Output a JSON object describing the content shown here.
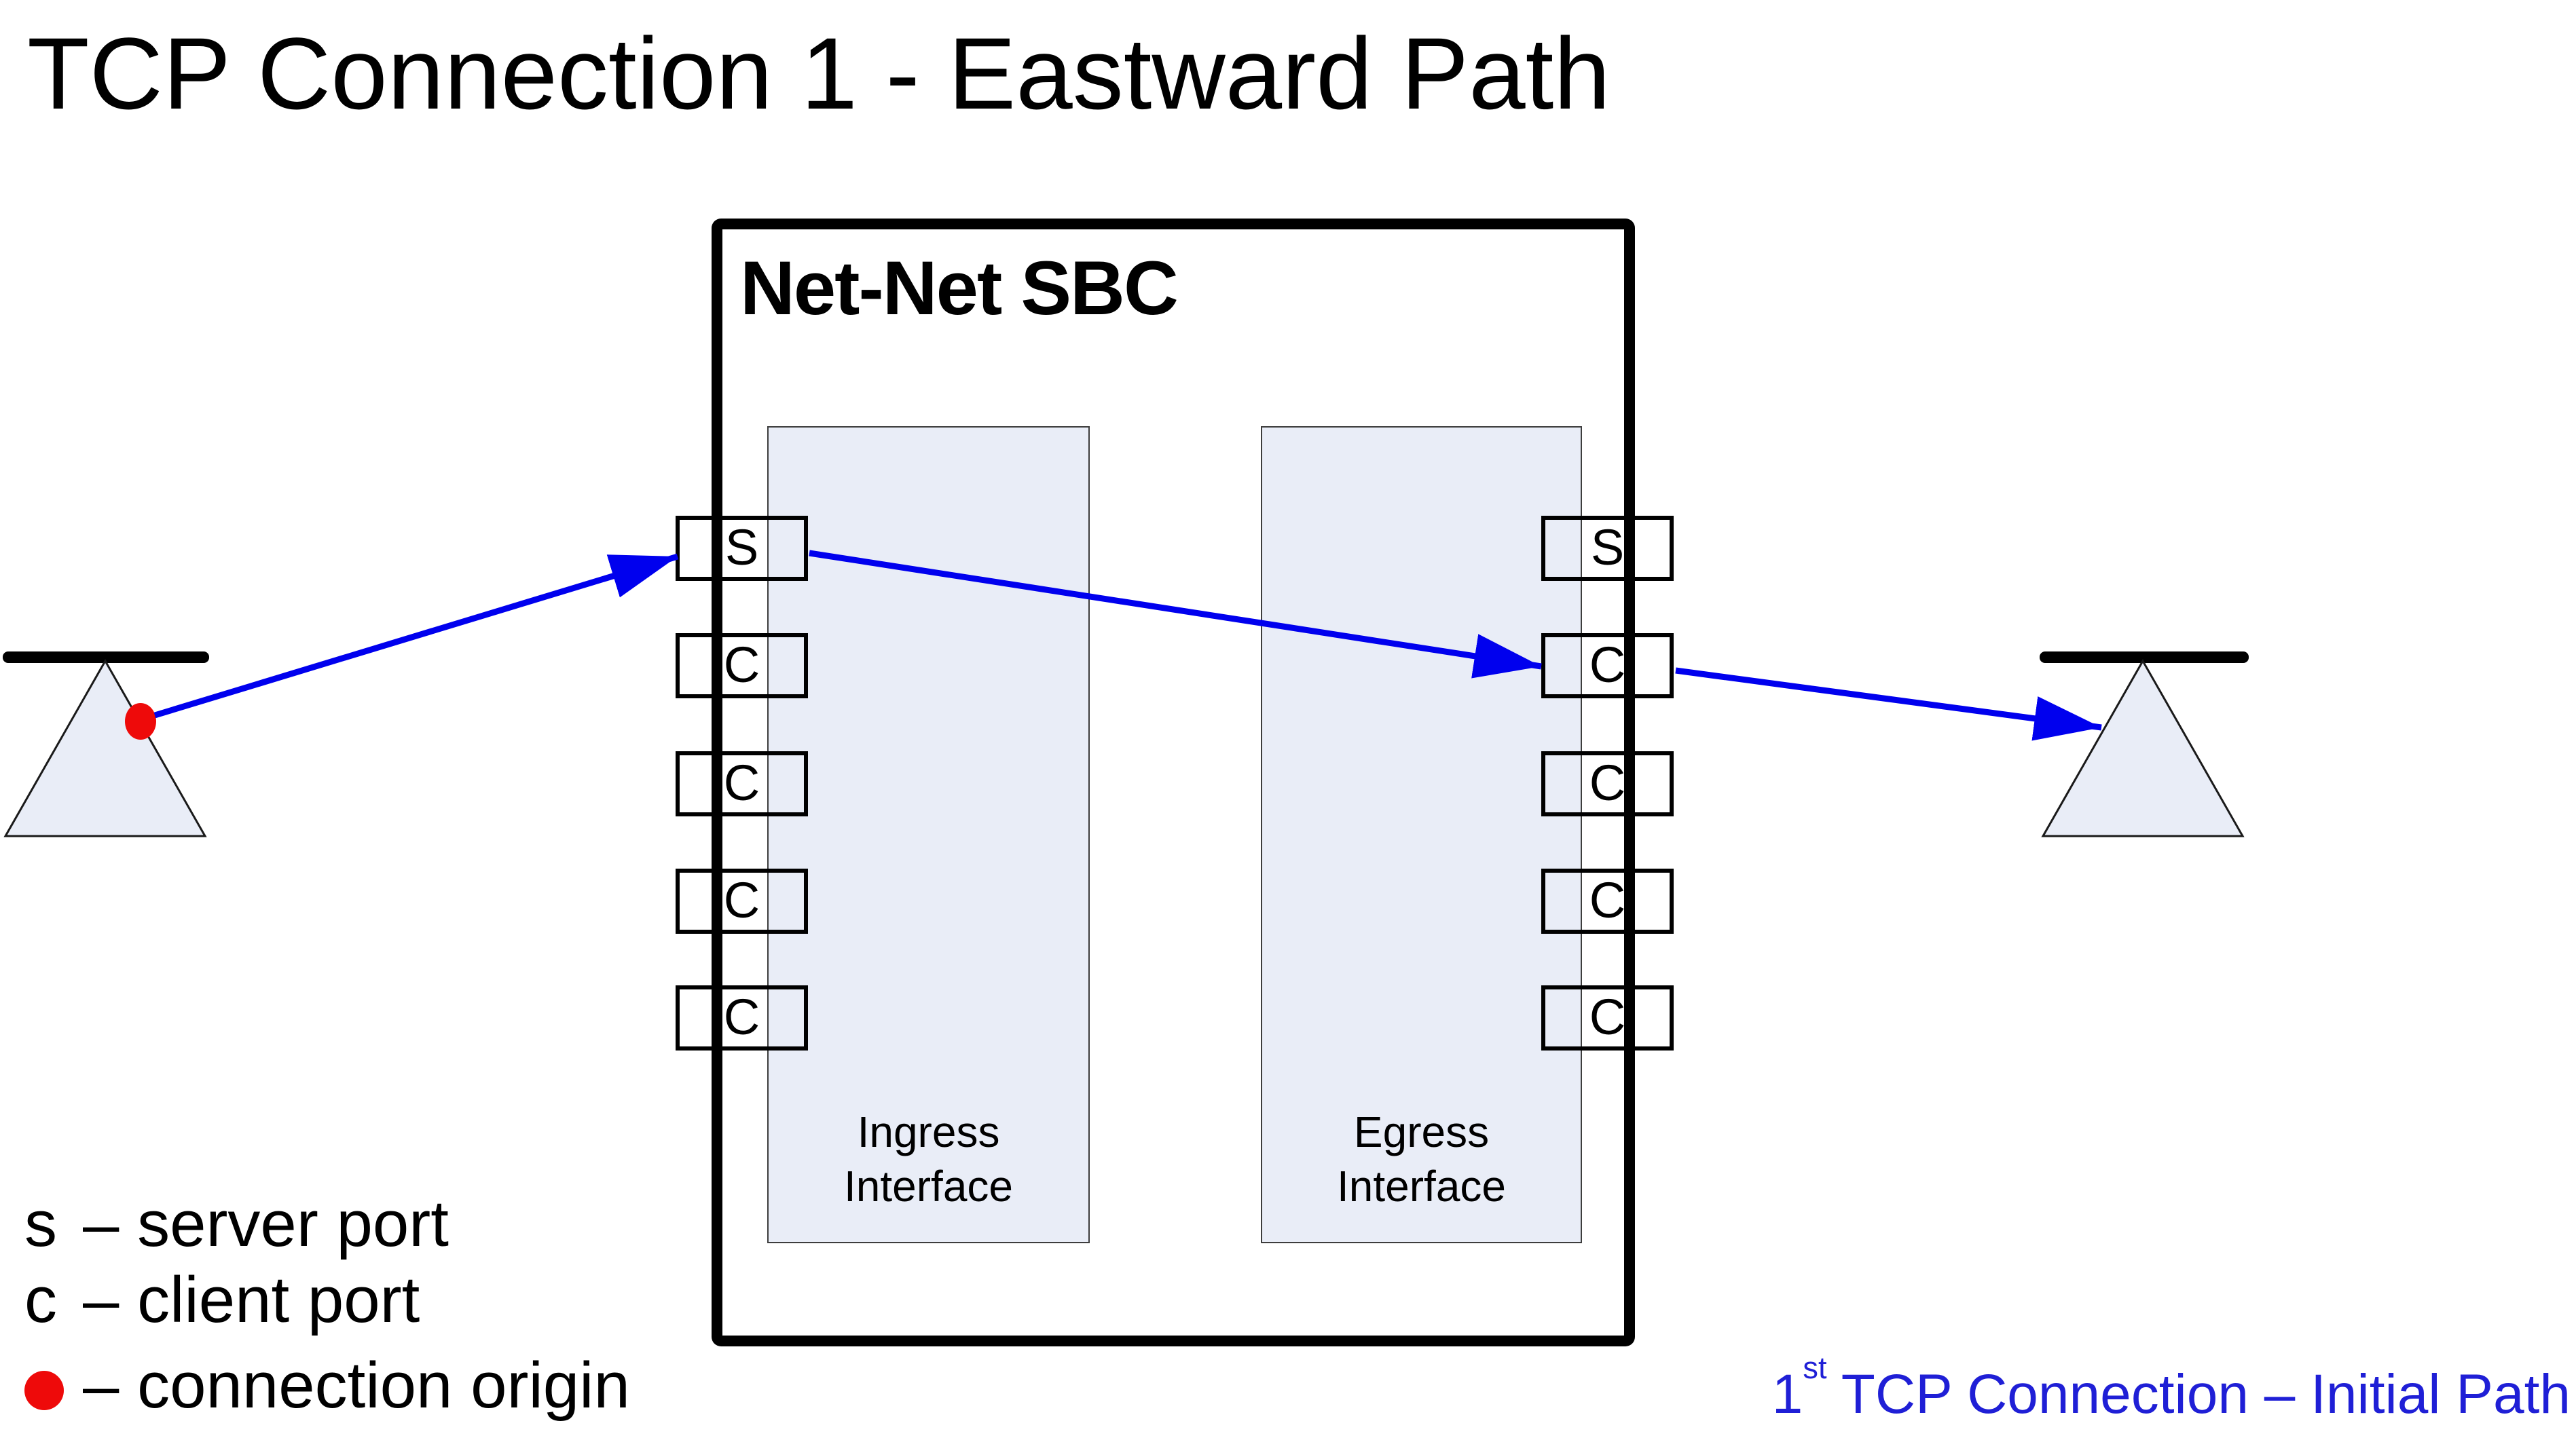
{
  "title": "TCP Connection 1 - Eastward Path",
  "sbc": {
    "label": "Net-Net SBC",
    "ingress": {
      "label": "Ingress\nInterface",
      "ports": [
        "S",
        "C",
        "C",
        "C",
        "C"
      ]
    },
    "egress": {
      "label": "Egress\nInterface",
      "ports": [
        "S",
        "C",
        "C",
        "C",
        "C"
      ]
    }
  },
  "legend": {
    "items": [
      {
        "symbol": "s",
        "label": "– server port"
      },
      {
        "symbol": "c",
        "label": "– client port"
      },
      {
        "symbol": "red-dot",
        "label": "– connection origin"
      }
    ]
  },
  "caption": {
    "number": "1",
    "ordinal": "st",
    "text": " TCP Connection – Initial Path"
  },
  "colors": {
    "arrow_blue": "#0000ee",
    "caption_blue": "#1f1fd6",
    "origin_red": "#ee0a0a",
    "panel_fill": "#e9edf7"
  }
}
